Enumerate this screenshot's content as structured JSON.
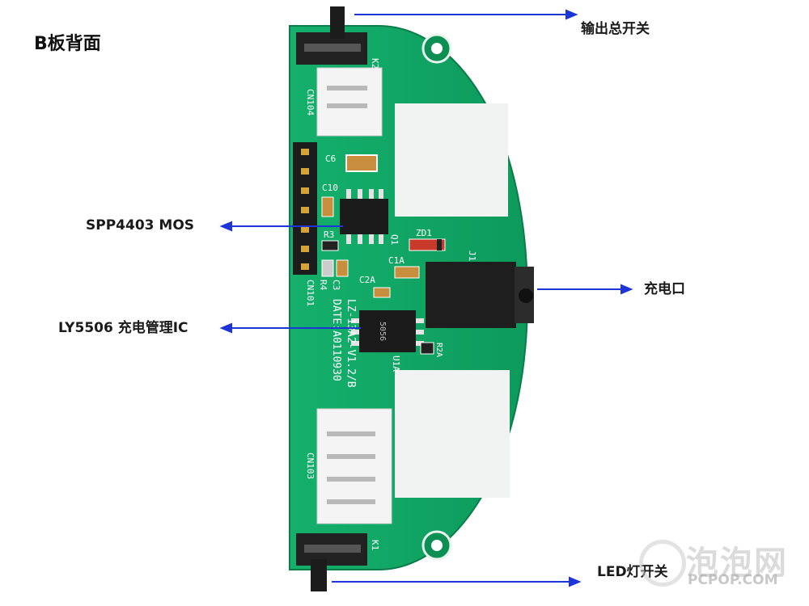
{
  "title": "B板背面",
  "labels": {
    "output_switch": "输出总开关",
    "mos": "SPP4403 MOS",
    "charge_port": "充电口",
    "charge_ic": "LY5506 充电管理IC",
    "led_switch": "LED灯开关"
  },
  "silkscreen": {
    "k2": "K2",
    "k1": "K1",
    "cn104": "CN104",
    "cn103": "CN103",
    "cn101": "CN101",
    "c6": "C6",
    "c10": "C10",
    "r3": "R3",
    "r4": "R4",
    "c3": "C3",
    "c2a": "C2A",
    "c1a": "C1A",
    "zd1": "ZD1",
    "j1": "J1",
    "q1": "Q1",
    "u1a": "U1A",
    "r2a": "R2A",
    "board_id": "LZ-13A2-V1.2/B",
    "date": "DATE:A0110930",
    "chip_mark": "5056"
  },
  "watermark": {
    "cn": "泡泡网",
    "en": "PCPOP.COM"
  },
  "colors": {
    "pcb": "#0fa463",
    "pcb_light": "#5cc99a",
    "arrow": "#1d35d6",
    "pad": "#ffffff"
  }
}
